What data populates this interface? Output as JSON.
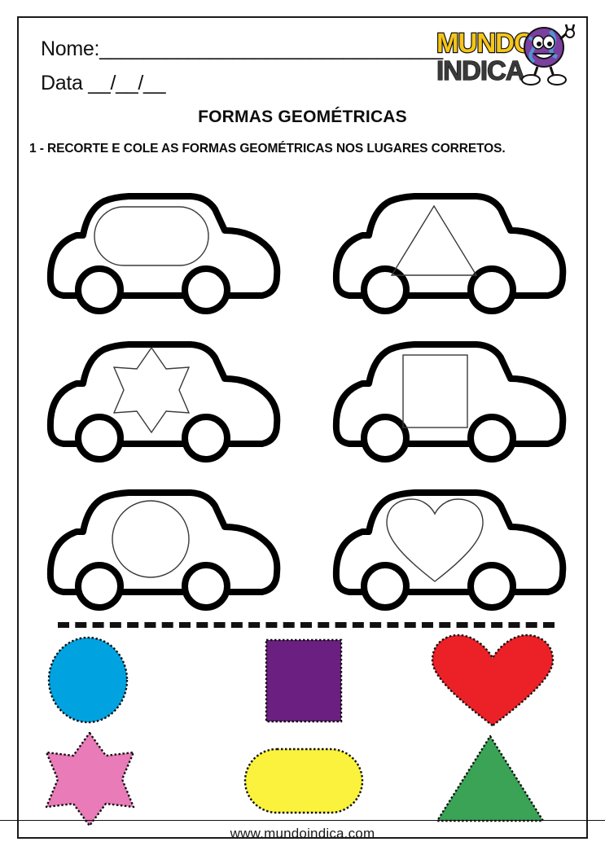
{
  "page": {
    "background_color": "#ffffff",
    "border_color": "#1a1a1a"
  },
  "header": {
    "name_label": "Nome:_______________________________",
    "date_label": "Data __/__/__",
    "title": "FORMAS GEOMÉTRICAS",
    "instruction": "1 - RECORTE E COLE AS FORMAS GEOMÉTRICAS NOS LUGARES CORRETOS."
  },
  "logo": {
    "line1": "MUNDO",
    "line2": "INDICA",
    "line1_color": "#F5C518",
    "line2_color": "#3A3A3A",
    "globe_color": "#7B3FA0",
    "globe_land_color": "#4AA3DF"
  },
  "cars": [
    {
      "id": "car-1",
      "shape": "stadium",
      "shape_label": "oval / rounded rectangle"
    },
    {
      "id": "car-2",
      "shape": "triangle",
      "shape_label": "triangle"
    },
    {
      "id": "car-3",
      "shape": "star6",
      "shape_label": "six pointed star"
    },
    {
      "id": "car-4",
      "shape": "rectangle",
      "shape_label": "rectangle"
    },
    {
      "id": "car-5",
      "shape": "circle",
      "shape_label": "circle"
    },
    {
      "id": "car-6",
      "shape": "heart",
      "shape_label": "heart"
    }
  ],
  "cut_line": {
    "style": "dashed",
    "color": "#111111"
  },
  "cutout_shapes": [
    {
      "id": "shape-circle",
      "name": "circle",
      "color": "#00A3E0",
      "border": "dotted"
    },
    {
      "id": "shape-rectangle",
      "name": "rectangle",
      "color": "#6B1F80",
      "border": "dotted"
    },
    {
      "id": "shape-heart",
      "name": "heart",
      "color": "#EC2027",
      "border": "dotted"
    },
    {
      "id": "shape-star6",
      "name": "star",
      "color": "#E87BB8",
      "border": "dotted"
    },
    {
      "id": "shape-stadium",
      "name": "stadium",
      "color": "#FAF23C",
      "border": "dotted"
    },
    {
      "id": "shape-triangle",
      "name": "triangle",
      "color": "#3AA355",
      "border": "dotted"
    }
  ],
  "footer": {
    "url": "www.mundoindica.com"
  }
}
